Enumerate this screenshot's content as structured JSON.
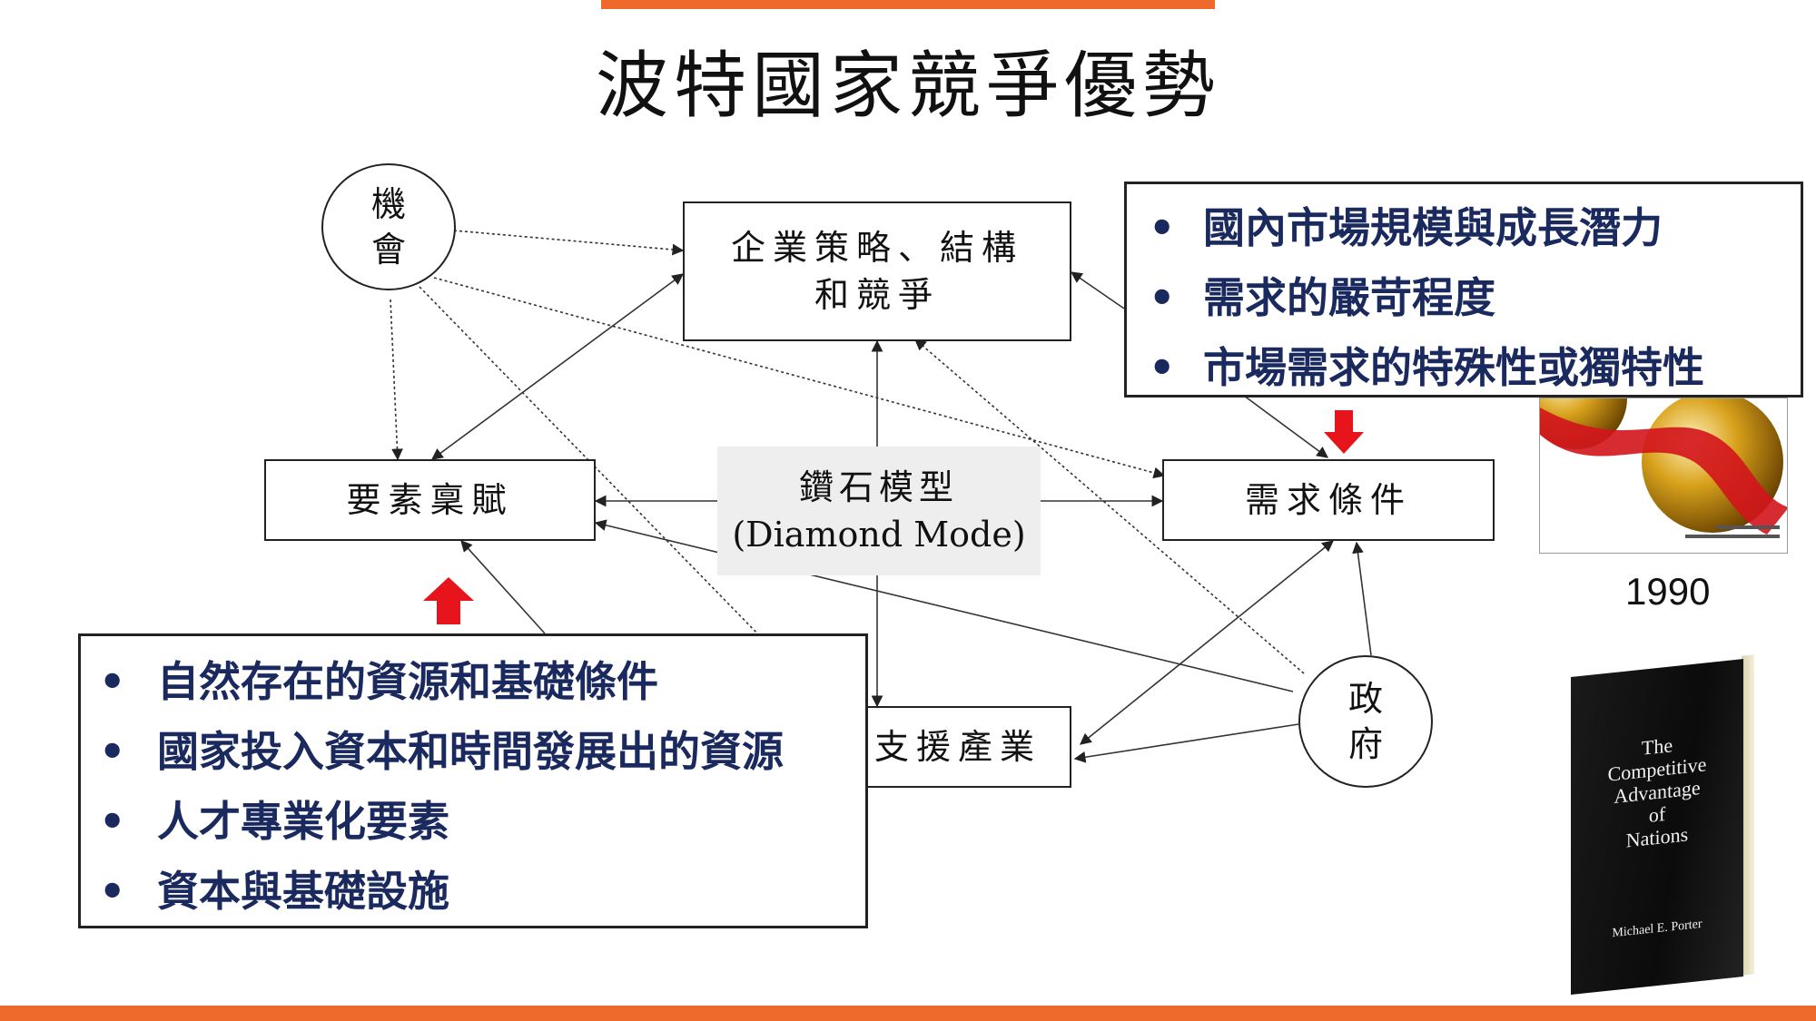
{
  "title": "波特國家競爭優勢",
  "diagram": {
    "nodes": {
      "strategy": {
        "line1": "企業策略、結構",
        "line2": "和競爭"
      },
      "factor": "要素稟賦",
      "demand": "需求條件",
      "support": "支援產業",
      "chance": {
        "line1": "機",
        "line2": "會"
      },
      "government": {
        "line1": "政",
        "line2": "府"
      }
    },
    "center": {
      "zh": "鑽石模型",
      "en": "(Diamond Mode)"
    }
  },
  "demand_callout": [
    "國內市場規模與成長潛力",
    "需求的嚴苛程度",
    "市場需求的特殊性或獨特性"
  ],
  "factor_callout": [
    "自然存在的資源和基礎條件",
    "國家投入資本和時間發展出的資源",
    "人才專業化要素",
    "資本與基礎設施"
  ],
  "year": "1990",
  "book": {
    "title_lines": [
      "The",
      "Competitive",
      "Advantage",
      "of",
      "Nations"
    ],
    "author": "Michael E. Porter"
  },
  "colors": {
    "accent_bar": "#ee6a2c",
    "callout_text": "#1b2a5e",
    "arrow_red": "#e8141b"
  }
}
